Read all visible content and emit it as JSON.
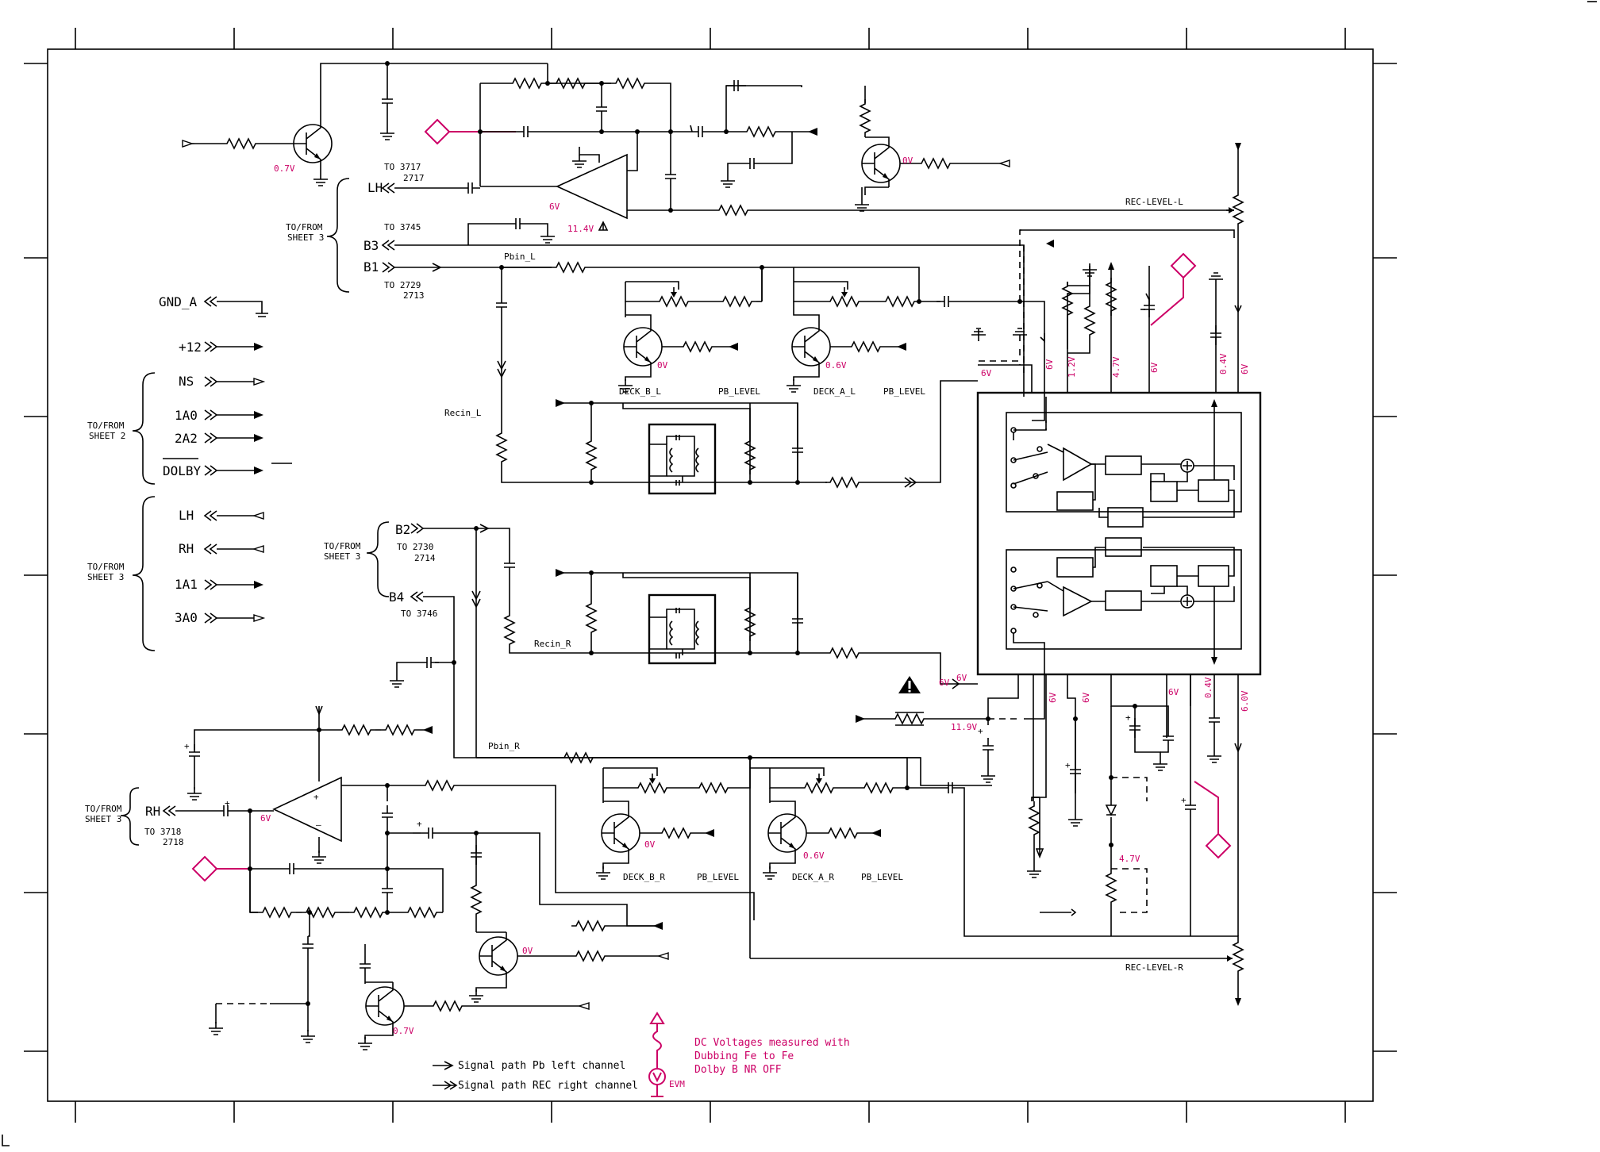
{
  "signals": {
    "lh_top": "LH",
    "to_lh_top": "TO 3717",
    "lh_top_num": "2717",
    "sheet3_a": "TO/FROM",
    "sheet3_b": "SHEET 3",
    "b3": "B3",
    "to_b3": "TO 3745",
    "b1": "B1",
    "to_b1": "TO 2729",
    "b1_num": "2713",
    "pbin_l": "Pbin_L",
    "recin_l": "Recin_L",
    "gnd_a": "GND_A",
    "p12": "+12",
    "ns": "NS",
    "sheet2_a": "TO/FROM",
    "sheet2_b": "SHEET 2",
    "a10": "1A0",
    "a22": "2A2",
    "dolby": "DOLBY",
    "lh_mid": "LH",
    "rh_mid": "RH",
    "a11": "1A1",
    "a30": "3A0",
    "sheet3c_a": "TO/FROM",
    "sheet3c_b": "SHEET 3",
    "sheet3d_a": "TO/FROM",
    "sheet3d_b": "SHEET 3",
    "b2": "B2",
    "to_b2": "TO 2730",
    "b2_num": "2714",
    "b4": "B4",
    "to_b4": "TO 3746",
    "recin_r": "Recin_R",
    "pbin_r": "Pbin_R",
    "sheet3e_a": "TO/FROM",
    "sheet3e_b": "SHEET 3",
    "rh_bot": "RH",
    "to_rh_bot": "TO 3718",
    "rh_bot_num": "2718",
    "rec_level_l": "REC-LEVEL-L",
    "rec_level_r": "REC-LEVEL-R",
    "deck_b_l": "DECK_B_L",
    "pb_level_1": "PB_LEVEL",
    "deck_a_l": "DECK_A_L",
    "pb_level_2": "PB_LEVEL",
    "deck_b_r": "DECK_B_R",
    "pb_level_3": "PB_LEVEL",
    "deck_a_r": "DECK_A_R",
    "pb_level_4": "PB_LEVEL"
  },
  "voltages": {
    "v07a": "0.7V",
    "v0a": "0V",
    "v6a": "6V",
    "v114a": "11.4V",
    "v0b": "0V",
    "v06a": "0.6V",
    "v6b": "6V",
    "v12": "1.2V",
    "v47a": "4.7V",
    "v6c": "6V",
    "v04a": "0.4V",
    "v6d": "6V",
    "v6e": "6V",
    "v6f": "6V",
    "v114b": "11.9V",
    "v6g": "6V",
    "v6h": "6V",
    "v6i": "6V",
    "v04b": "0.4V",
    "v60": "6.0V",
    "v0c": "0V",
    "v06b": "0.6V",
    "v6j": "6V",
    "v0d": "0V",
    "v07b": "0.7V",
    "v47b": "4.7V"
  },
  "legend": {
    "pb_left": "Signal path Pb left channel",
    "rec_right": "Signal path REC right channel"
  },
  "note": {
    "line1": "DC Voltages measured with",
    "line2": "Dubbing Fe to Fe",
    "line3": "Dolby B NR OFF",
    "evm": "EVM"
  },
  "colors": {
    "accent": "#cc0066",
    "ink": "#000000"
  },
  "icons": [
    "warning-icon",
    "voltmeter-icon",
    "test-point-icon"
  ]
}
